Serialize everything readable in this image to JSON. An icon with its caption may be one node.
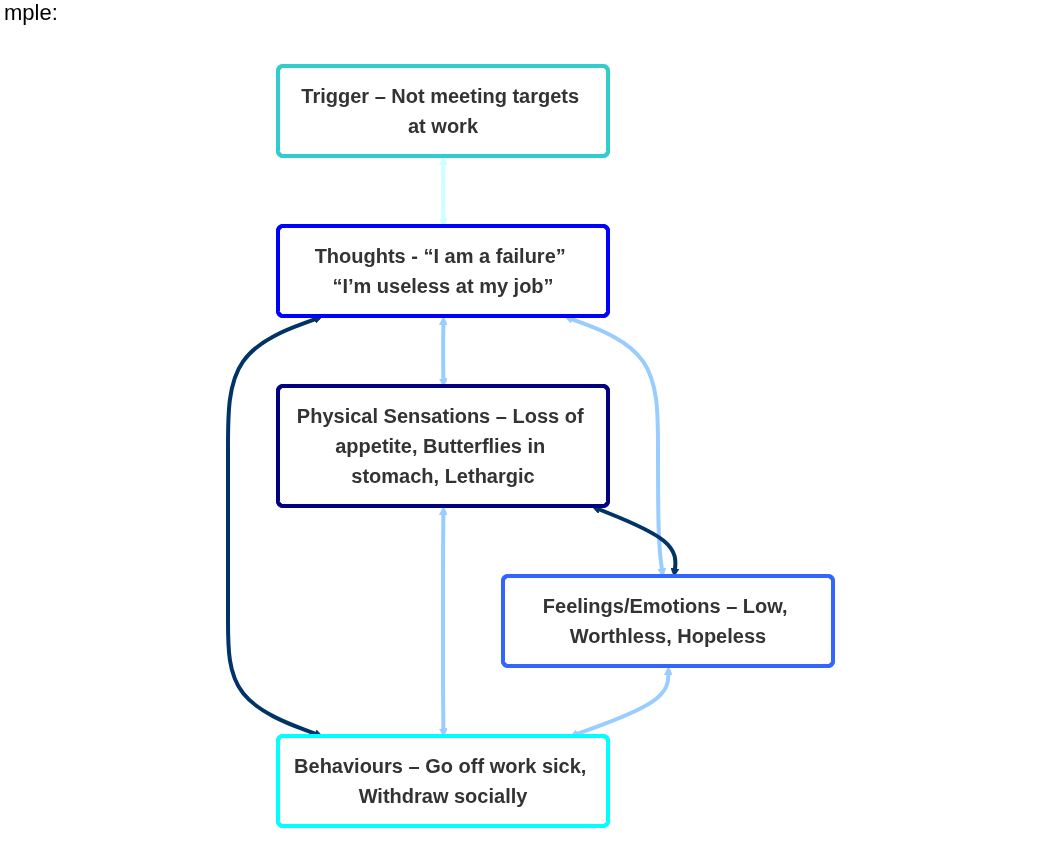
{
  "diagram": {
    "nodes": [
      {
        "text": [
          "Trigger – Not meeting targets at work"
        ]
      },
      {
        "text": [
          "Thoughts - “I am a failure” “I’m useless at my job”"
        ]
      },
      {
        "text": [
          "Physical Sensations – Loss of appetite, Butterflies in stomach, Lethargic"
        ]
      },
      {
        "text": [
          "Feelings/Emotions – Low, Worthless, Hopeless"
        ]
      },
      {
        "text": [
          "Behaviours – Go off work sick, Withdraw socially"
        ]
      }
    ],
    "edges": [
      {
        "from": 0,
        "to": 1,
        "arrow": "both",
        "color": "#ccffff"
      },
      {
        "from": 1,
        "to": 2,
        "arrow": "both"
      },
      {
        "from": 1,
        "to": 3,
        "arrow": "both"
      },
      {
        "from": 1,
        "to": 4,
        "arrow": "both",
        "color": "#003366"
      },
      {
        "from": 2,
        "to": 3,
        "arrow": "both",
        "color": "#003366"
      },
      {
        "from": 2,
        "to": 4,
        "arrow": "both"
      },
      {
        "from": 3,
        "to": 4,
        "arrow": "both"
      }
    ],
    "labels": [
      "mple:"
    ]
  }
}
